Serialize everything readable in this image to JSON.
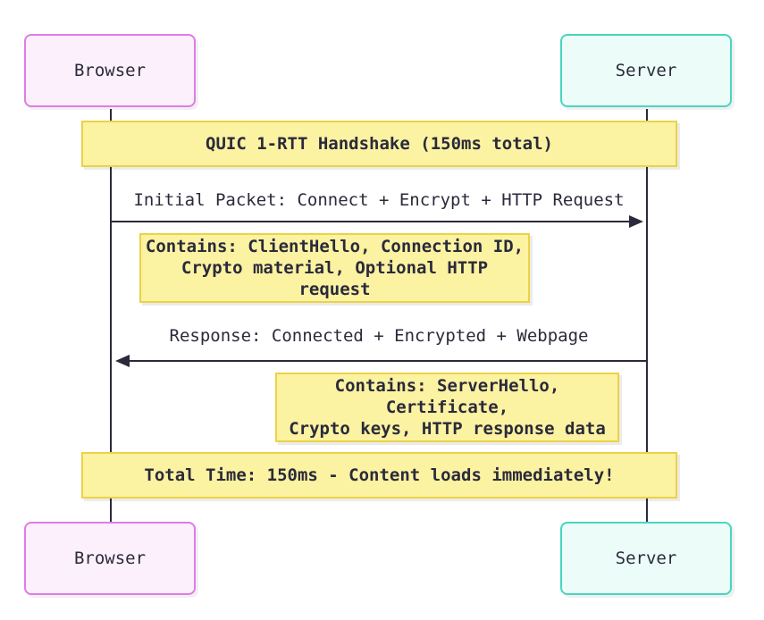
{
  "participants": {
    "browser": "Browser",
    "server": "Server"
  },
  "notes": {
    "handshake_title": "QUIC 1-RTT Handshake (150ms total)",
    "request_contents_line1": "Contains: ClientHello, Connection ID,",
    "request_contents_line2": "Crypto material, Optional HTTP request",
    "response_contents_line1": "Contains: ServerHello, Certificate,",
    "response_contents_line2": "Crypto keys, HTTP response data",
    "total_time": "Total Time: 150ms - Content loads immediately!"
  },
  "messages": {
    "request": "Initial Packet: Connect + Encrypt + HTTP Request",
    "response": "Response: Connected + Encrypted + Webpage"
  },
  "colors": {
    "browser_fill": "#fdf0fd",
    "browser_border": "#e07be6",
    "server_fill": "#ecfdf9",
    "server_border": "#47d6bf",
    "note_fill": "#fbf2a2",
    "note_border": "#ecd245",
    "line": "#2a2a3a"
  }
}
